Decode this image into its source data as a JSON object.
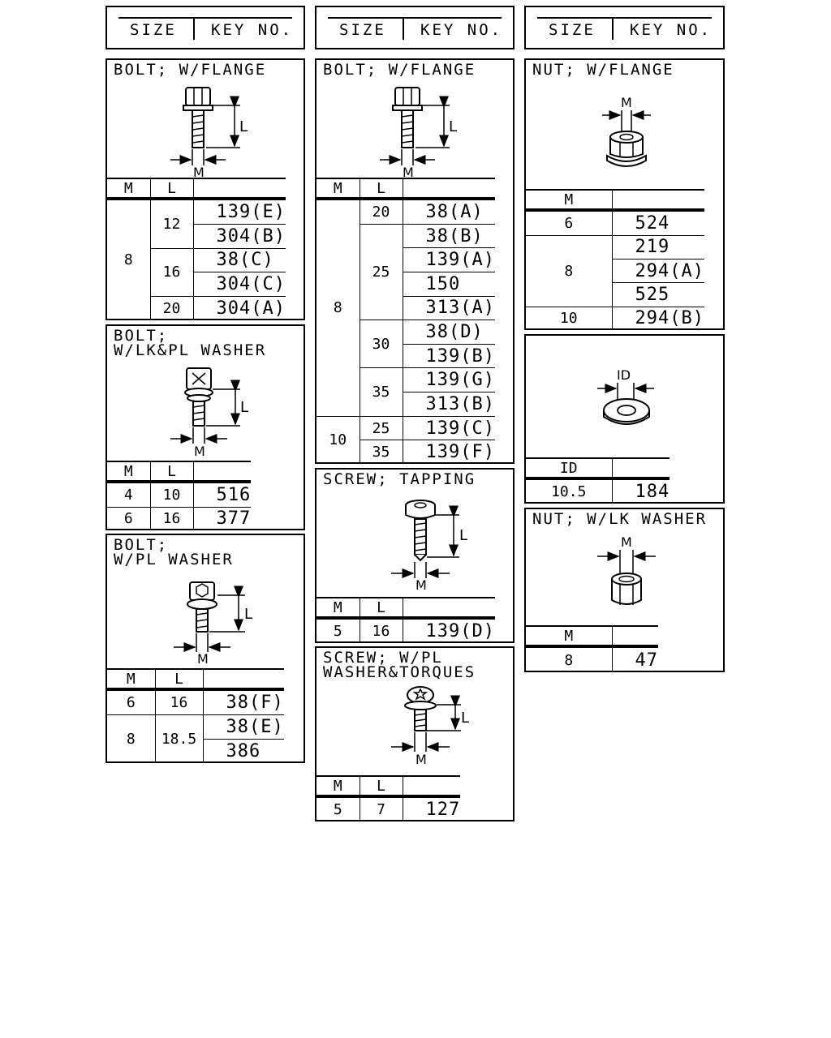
{
  "header": {
    "size_label": "SIZE",
    "key_label": "KEY NO."
  },
  "dimension_labels": {
    "m": "M",
    "l": "L",
    "id": "ID"
  },
  "icons": [
    "flange-bolt-icon",
    "washer-bolt-icon",
    "pl-washer-bolt-icon",
    "tapping-screw-icon",
    "torx-screw-icon",
    "flange-nut-icon",
    "plain-washer-icon",
    "lock-washer-nut-icon"
  ],
  "col1": {
    "bolt_flange": {
      "title": "BOLT; W/FLANGE",
      "col_m": "M",
      "col_l": "L",
      "m_8": "8",
      "l_12": "12",
      "l_16": "16",
      "l_20": "20",
      "keys": [
        "139(E)",
        "304(B)",
        "38(C)",
        "304(C)",
        "304(A)"
      ]
    },
    "bolt_lk_pl": {
      "title_1": "BOLT;",
      "title_2": "W/LK&PL WASHER",
      "col_m": "M",
      "col_l": "L",
      "rows": [
        {
          "m": "4",
          "l": "10",
          "key": "516"
        },
        {
          "m": "6",
          "l": "16",
          "key": "377"
        }
      ]
    },
    "bolt_pl": {
      "title_1": "BOLT;",
      "title_2": "W/PL WASHER",
      "col_m": "M",
      "col_l": "L",
      "m_6": "6",
      "l_16": "16",
      "m_8": "8",
      "l_185": "18.5",
      "keys": [
        "38(F)",
        "38(E)",
        "386"
      ]
    }
  },
  "col2": {
    "bolt_flange": {
      "title": "BOLT; W/FLANGE",
      "col_m": "M",
      "col_l": "L",
      "m_8": "8",
      "m_10": "10",
      "l_20": "20",
      "l_25": "25",
      "l_30": "30",
      "l_35": "35",
      "l_25b": "25",
      "l_35b": "35",
      "keys": [
        "38(A)",
        "38(B)",
        "139(A)",
        "150",
        "313(A)",
        "38(D)",
        "139(B)",
        "139(G)",
        "313(B)",
        "139(C)",
        "139(F)"
      ]
    },
    "screw_tapping": {
      "title": "SCREW; TAPPING",
      "col_m": "M",
      "col_l": "L",
      "rows": [
        {
          "m": "5",
          "l": "16",
          "key": "139(D)"
        }
      ]
    },
    "screw_pl_torques": {
      "title_1": "SCREW; W/PL",
      "title_2": "WASHER&TORQUES",
      "col_m": "M",
      "col_l": "L",
      "rows": [
        {
          "m": "5",
          "l": "7",
          "key": "127"
        }
      ]
    }
  },
  "col3": {
    "nut_flange": {
      "title": "NUT; W/FLANGE",
      "col_m": "M",
      "m_6": "6",
      "m_8": "8",
      "m_10": "10",
      "keys": [
        "524",
        "219",
        "294(A)",
        "525",
        "294(B)"
      ]
    },
    "washer": {
      "col_id": "ID",
      "rows": [
        {
          "id": "10.5",
          "key": "184"
        }
      ]
    },
    "nut_lk": {
      "title": "NUT; W/LK WASHER",
      "col_m": "M",
      "rows": [
        {
          "m": "8",
          "key": "47"
        }
      ]
    }
  }
}
